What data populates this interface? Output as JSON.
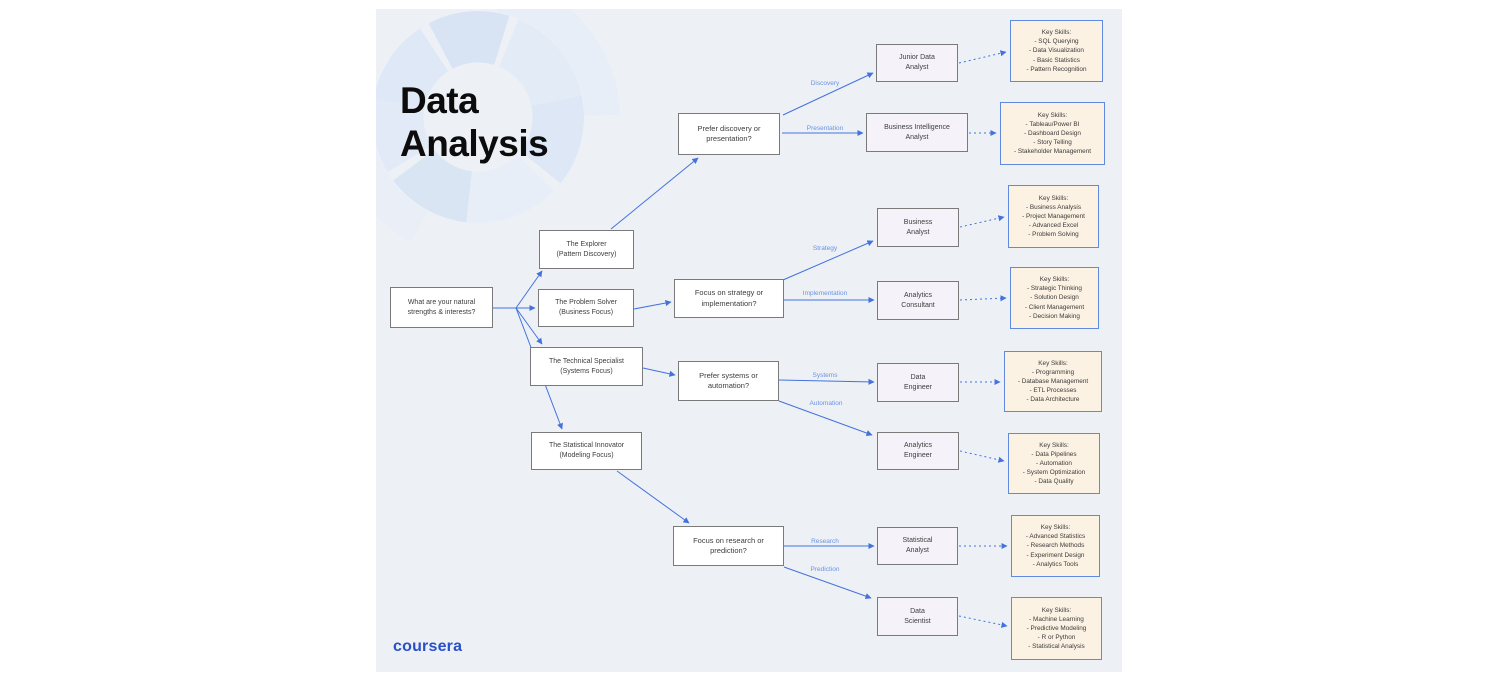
{
  "title": "Data\nAnalysis",
  "brand": {
    "logo": "coursera"
  },
  "flow": {
    "root": "What are your natural\nstrengths & interests?",
    "personas": [
      "The Explorer\n(Pattern Discovery)",
      "The Problem Solver\n(Business Focus)",
      "The Technical Specialist\n(Systems Focus)",
      "The Statistical Innovator\n(Modeling Focus)"
    ],
    "decisions": [
      "Prefer discovery or\npresentation?",
      "Focus on strategy or\nimplementation?",
      "Prefer systems or\nautomation?",
      "Focus on research or\nprediction?"
    ],
    "branch_labels": [
      "Discovery",
      "Presentation",
      "Strategy",
      "Implementation",
      "Systems",
      "Automation",
      "Research",
      "Prediction"
    ],
    "roles": [
      "Junior Data\nAnalyst",
      "Business Intelligence\nAnalyst",
      "Business\nAnalyst",
      "Analytics\nConsultant",
      "Data\nEngineer",
      "Analytics\nEngineer",
      "Statistical\nAnalyst",
      "Data\nScientist"
    ],
    "skills": [
      "Key Skills:\n- SQL Querying\n- Data Visualization\n- Basic Statistics\n- Pattern Recognition",
      "Key Skills:\n- Tableau/Power BI\n- Dashboard Design\n- Story Telling\n- Stakeholder Management",
      "Key Skills:\n- Business Analysis\n- Project Management\n- Advanced Excel\n- Problem Solving",
      "Key Skills:\n- Strategic Thinking\n- Solution Design\n- Client Management\n- Decision Making",
      "Key Skills:\n- Programming\n- Database Management\n- ETL Processes\n- Data Architecture",
      "Key Skills:\n- Data Pipelines\n- Automation\n- System Optimization\n- Data Quality",
      "Key Skills:\n- Advanced Statistics\n- Research Methods\n- Experiment Design\n- Analytics Tools",
      "Key Skills:\n- Machine Learning\n- Predictive Modeling\n- R or Python\n- Statistical Analysis"
    ]
  },
  "colors": {
    "panel_bg": "#edf1f6",
    "arrow_blue": "#4372dd",
    "branch_label_blue": "#6b92e3",
    "role_bg": "#f6f2f9",
    "skills_bg": "#fcf2e3",
    "skills_border": "#6089e0",
    "brand_blue": "#2a50c9"
  }
}
